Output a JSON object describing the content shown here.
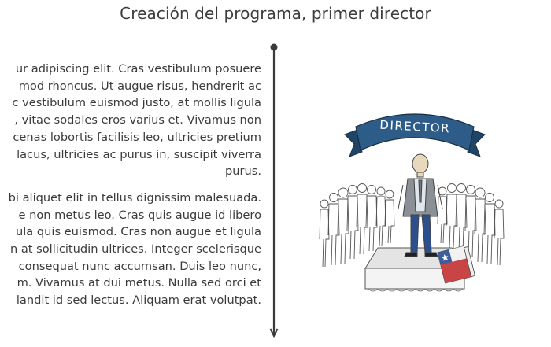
{
  "header": {
    "title": "Creación del programa, primer director"
  },
  "content": {
    "paragraphs": [
      {
        "lines": [
          "ur adipiscing elit. Cras vestibulum posuere",
          "mod rhoncus. Ut augue risus, hendrerit ac",
          "c vestibulum euismod justo, at mollis ligula",
          ", vitae sodales eros varius et. Vivamus non",
          "cenas lobortis facilisis leo, ultricies pretium",
          "lacus, ultricies ac purus in, suscipit viverra",
          "purus."
        ]
      },
      {
        "lines": [
          "bi aliquet elit in tellus dignissim malesuada.",
          "e non metus leo. Cras quis augue id libero",
          "ula quis euismod. Cras non augue et ligula",
          "n at sollicitudin ultrices. Integer scelerisque",
          "consequat nunc accumsan. Duis leo nunc,",
          "m. Vivamus at dui metus. Nulla sed orci et",
          "landit id sed lectus. Aliquam erat volutpat."
        ]
      }
    ]
  },
  "illustration": {
    "banner_text": "DIRECTOR",
    "banner_color": "#2c5c87",
    "book_red": "#c94545",
    "book_blue": "#3a5e9e"
  },
  "timeline": {
    "line_color": "#3a3a3a"
  }
}
